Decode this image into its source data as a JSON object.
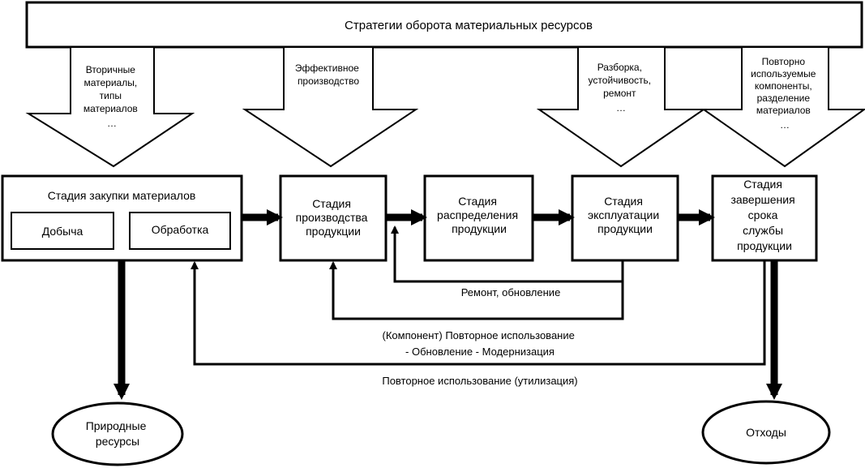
{
  "title": "Стратегии оборота материальных ресурсов",
  "inputs": [
    {
      "lines": [
        "Вторичные",
        "материалы,",
        "типы",
        "материалов",
        "…"
      ]
    },
    {
      "lines": [
        "Эффективное",
        "производство"
      ]
    },
    {
      "lines": [
        "Разборка,",
        "устойчивость,",
        "ремонт",
        "…"
      ]
    },
    {
      "lines": [
        "Повторно",
        "используемые",
        "компоненты,",
        "разделение",
        "материалов",
        "…"
      ]
    }
  ],
  "stages": {
    "procurement": {
      "title": "Стадия закупки материалов",
      "sub1": "Добыча",
      "sub2": "Обработка"
    },
    "production": {
      "lines": [
        "Стадия",
        "производства",
        "продукции"
      ]
    },
    "distribution": {
      "lines": [
        "Стадия",
        "распределения",
        "продукции"
      ]
    },
    "operation": {
      "lines": [
        "Стадия",
        "эксплуатации",
        "продукции"
      ]
    },
    "end_of_life": {
      "lines": [
        "Стадия",
        "завершения",
        "срока",
        "службы",
        "продукции"
      ]
    }
  },
  "loops": {
    "repair": "Ремонт, обновление",
    "reuse_component": [
      "(Компонент) Повторное использование",
      "- Обновление - Модернизация"
    ],
    "recycling": "Повторное использование (утилизация)"
  },
  "outputs": {
    "natural": [
      "Природные",
      "ресурсы"
    ],
    "waste": "Отходы"
  }
}
